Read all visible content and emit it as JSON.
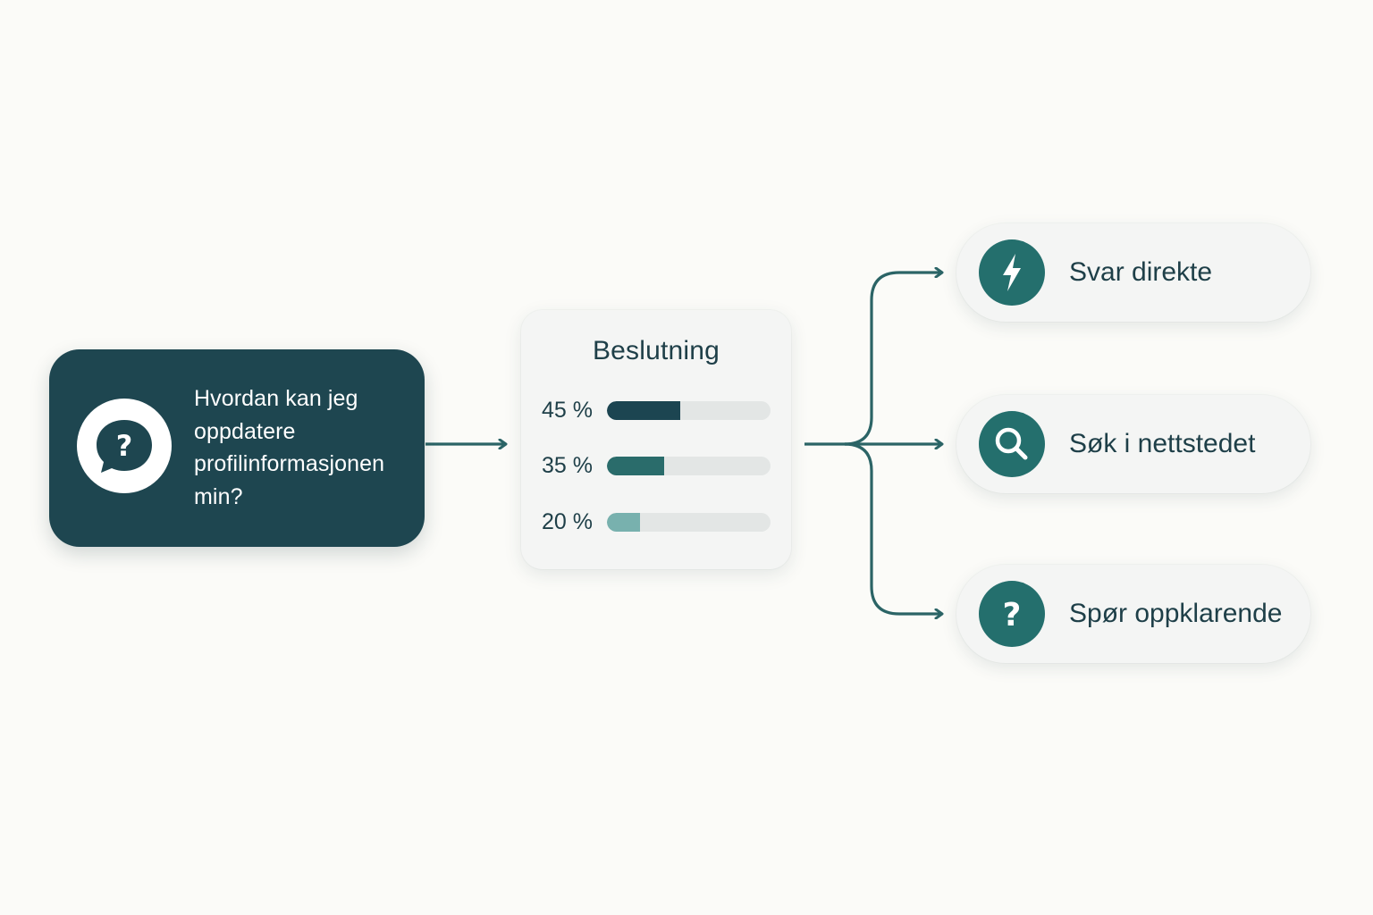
{
  "query": {
    "text": "Hvordan kan jeg oppdatere profilinformasjonen min?",
    "icon": "question-bubble-icon"
  },
  "decision": {
    "title": "Beslutning",
    "bars": [
      {
        "label": "45 %",
        "value": 45,
        "color": "#1c4551"
      },
      {
        "label": "35 %",
        "value": 35,
        "color": "#2a6c6b"
      },
      {
        "label": "20 %",
        "value": 20,
        "color": "#78b1ae"
      }
    ]
  },
  "options": [
    {
      "label": "Svar direkte",
      "icon": "lightning-icon"
    },
    {
      "label": "Søk i nettstedet",
      "icon": "search-icon"
    },
    {
      "label": "Spør oppklarende",
      "icon": "question-icon"
    }
  ],
  "colors": {
    "primary_dark": "#1e4650",
    "accent_teal": "#246f6d",
    "connector": "#2b6466",
    "text_dark": "#1e3f48",
    "background": "#fbfbf8"
  }
}
